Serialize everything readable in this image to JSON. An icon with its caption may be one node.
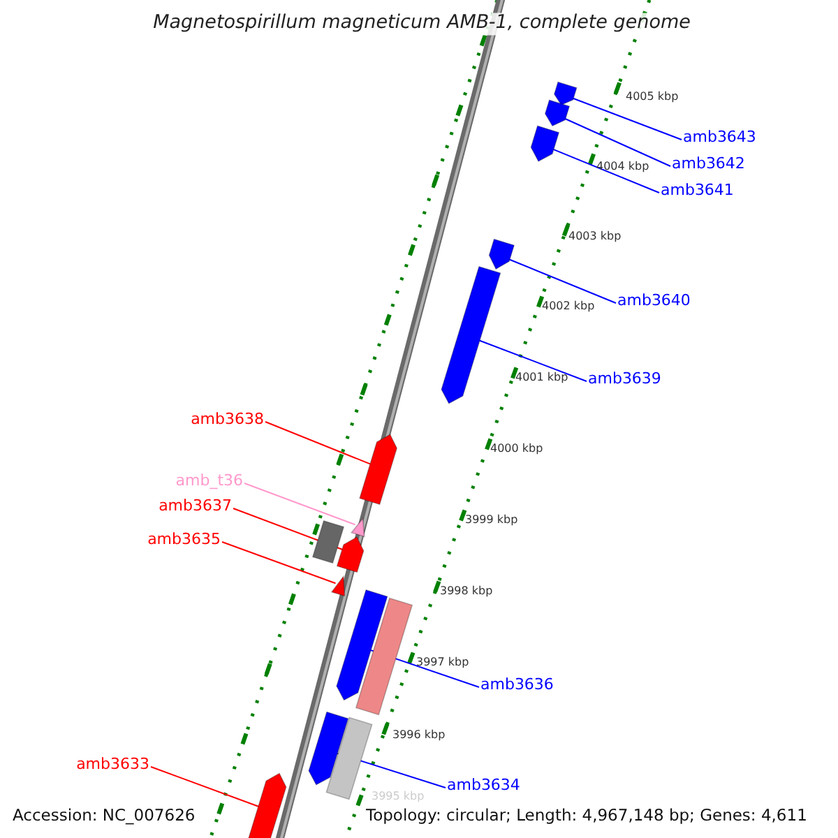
{
  "diagram": {
    "title": "Magnetospirillum magneticum AMB-1, complete genome",
    "nodes": [
      {
        "text": [
          "amb3643"
        ]
      },
      {
        "text": [],
        "shape": "pentagon"
      },
      {
        "text": [
          "amb3642"
        ]
      },
      {
        "text": [],
        "shape": "pentagon"
      },
      {
        "text": [
          "amb3641"
        ]
      },
      {
        "text": [],
        "shape": "pentagon"
      },
      {
        "text": [
          "amb3640"
        ]
      },
      {
        "text": [],
        "shape": "pentagon"
      },
      {
        "text": [
          "amb3639"
        ]
      },
      {
        "text": [],
        "shape": "pentagon"
      },
      {
        "text": [
          "amb3638"
        ]
      },
      {
        "text": [],
        "shape": "pentagon"
      },
      {
        "text": [
          "amb_t36"
        ]
      },
      {
        "text": [],
        "shape": "triangle"
      },
      {
        "text": [
          "amb3637"
        ]
      },
      {
        "text": [],
        "shape": "pentagon"
      },
      {
        "text": [],
        "shape": "box"
      },
      {
        "text": [
          "amb3635"
        ]
      },
      {
        "text": [],
        "shape": "triangle"
      },
      {
        "text": [],
        "shape": "pentagon"
      },
      {
        "text": [],
        "shape": "box"
      },
      {
        "text": [
          "amb3636"
        ]
      },
      {
        "text": [],
        "shape": "pentagon"
      },
      {
        "text": [],
        "shape": "box"
      },
      {
        "text": [
          "amb3634"
        ]
      },
      {
        "text": [
          "amb3633"
        ]
      },
      {
        "text": [],
        "shape": "pentagon"
      }
    ],
    "edges": [
      {
        "from": 0,
        "to": 1,
        "arrow": "none"
      },
      {
        "from": 2,
        "to": 3,
        "arrow": "none"
      },
      {
        "from": 4,
        "to": 5,
        "arrow": "none"
      },
      {
        "from": 6,
        "to": 7,
        "arrow": "none"
      },
      {
        "from": 8,
        "to": 9,
        "arrow": "none"
      },
      {
        "from": 10,
        "to": 11,
        "arrow": "none",
        "color": "#ff0000"
      },
      {
        "from": 12,
        "to": 13,
        "arrow": "none",
        "color": "#ff99cc"
      },
      {
        "from": 14,
        "to": 15,
        "arrow": "none",
        "color": "#ff0000"
      },
      {
        "from": 17,
        "to": 18,
        "arrow": "none",
        "color": "#ff0000"
      },
      {
        "from": 21,
        "to": 19,
        "arrow": "none"
      },
      {
        "from": 24,
        "to": 22,
        "arrow": "none"
      },
      {
        "from": 25,
        "to": 26,
        "arrow": "none",
        "color": "#ff0000"
      }
    ],
    "labels": [
      "4005 kbp",
      "4004 kbp",
      "4003 kbp",
      "4002 kbp",
      "4001 kbp",
      "4000 kbp",
      "3999 kbp",
      "3998 kbp",
      "3997 kbp",
      "3996 kbp",
      "3995 kbp",
      "Accession: NC_007626",
      "Topology: circular; Length: 4,967,148 bp; Genes: 4,611"
    ]
  }
}
